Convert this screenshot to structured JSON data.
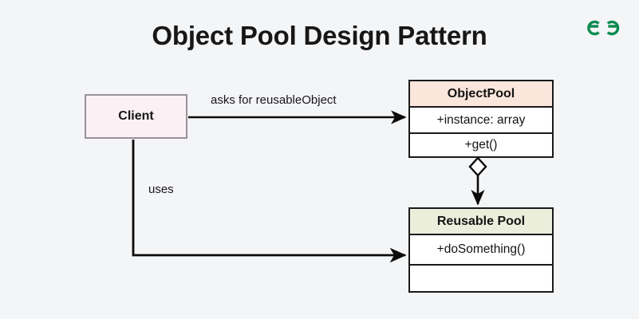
{
  "page": {
    "title": "Object Pool Design Pattern",
    "background_color": "#f4f5f7"
  },
  "logo": {
    "name": "geeksforgeeks-logo",
    "color": "#0c8b51"
  },
  "diagram": {
    "type": "uml-class-diagram",
    "nodes": [
      {
        "id": "client",
        "name": "Client",
        "header": "Client",
        "header_color": "#fbf1f5",
        "border_color": "#9a9299",
        "rows": []
      },
      {
        "id": "objectpool",
        "name": "ObjectPool",
        "header": "ObjectPool",
        "header_color": "#fbe6dc",
        "border_color": "#1a1a1a",
        "rows": [
          "+instance: array",
          "+get()"
        ]
      },
      {
        "id": "reusablepool",
        "name": "Reusable Pool",
        "header": "Reusable Pool",
        "header_color": "#eaeedb",
        "border_color": "#1a1a1a",
        "rows": [
          "+doSomething()",
          ""
        ]
      }
    ],
    "edges": [
      {
        "id": "client-to-objectpool",
        "from": "client",
        "to": "objectpool",
        "label": "asks for reusableObject",
        "arrow": "solid-filled"
      },
      {
        "id": "client-to-reusablepool",
        "from": "client",
        "to": "reusablepool",
        "label": "uses",
        "arrow": "solid-filled"
      },
      {
        "id": "objectpool-to-reusablepool",
        "from": "objectpool",
        "to": "reusablepool",
        "label": "",
        "arrow": "aggregation-diamond-to-filled-arrow"
      }
    ]
  }
}
